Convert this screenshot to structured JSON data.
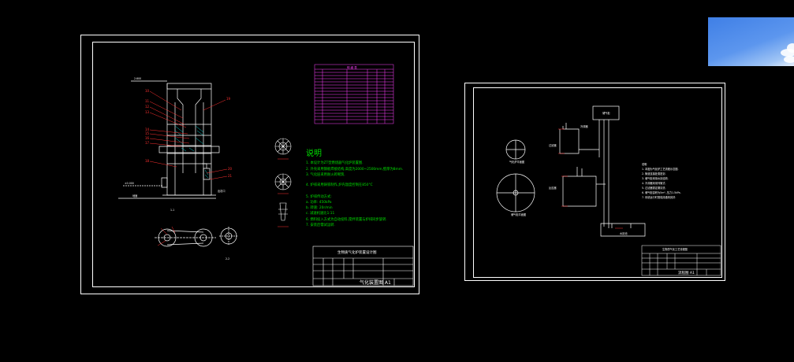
{
  "drawing1": {
    "notes_title": "说明",
    "notes": [
      "1. 本设计为ZT型燃烧器气化炉装置图.",
      "2. 外壳采用钢板焊接结构,高度为2000~2500mm,壁厚为8mm.",
      "3. 气化层采用耐火砖砌筑.",
      "4. 炉排采用铸铁制作,炉内温度控制在850°C",
      "5. 炉排传动方式:",
      "   a. 功率:  450kPa",
      "   b. 转速:  20r/min",
      "   c. 减速机速比1:11",
      "6. 燃料投入方式为自动投料,搅拌装置与炉排同步旋转.",
      "7. 安装后需试运转."
    ],
    "title_block_name": "生物质气化炉装置设计图",
    "title_block_number": "气化装置图 A1",
    "bom_header": "明 细 表",
    "dim_top": "2.600",
    "dim_ground": "0.000",
    "dim_side": "±0.000",
    "label_ground": "地面",
    "label_exit": "出灰口",
    "section_main": "1-1",
    "section_small": "2-2"
  },
  "drawing2": {
    "notes_title": "说明",
    "notes": [
      "1. 本图为气化炉工艺流程示意图.",
      "2. 管道连接处需密封.",
      "3. 储气柜采用水封结构.",
      "4. 冷却器采用列管式.",
      "5. 过滤器需定期清洗.",
      "6. 储气柜容积为5m³, 压力1.5kPa.",
      "7. 系统运行时需保持通风良好."
    ],
    "tank_top_label": "储气柜",
    "label_cooler": "冷却器",
    "label_filter": "过滤器",
    "label_reactor": "反应器",
    "label_circle1": "气化炉平面图",
    "label_circle2": "储气柜平面图",
    "label_pool": "水封池",
    "title_block_name": "生物质气化工艺流程图",
    "title_block_number": "流程图 A1"
  },
  "colors": {
    "background": "#000000",
    "lines": "#ffffff",
    "notes": "#00e000",
    "leaders": "#ff3030",
    "bom": "#ff40ff",
    "hatch": "#00d0d0",
    "sky": "#4a86ea"
  }
}
